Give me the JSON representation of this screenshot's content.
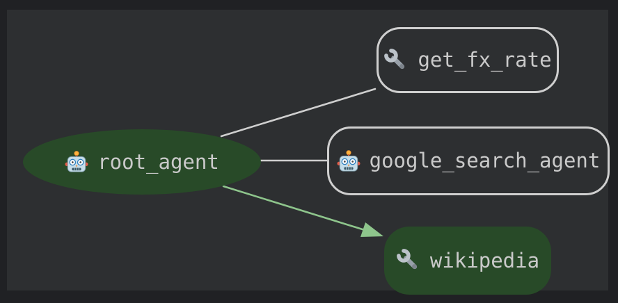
{
  "window": {
    "background_outer": "#202124",
    "panel_background": "#2d2f31"
  },
  "graph": {
    "nodes": [
      {
        "id": "root_agent",
        "label": "root_agent",
        "icon": "robot-icon",
        "shape": "ellipse",
        "fill": "#284a28",
        "text_color": "#cacaca"
      },
      {
        "id": "get_fx_rate",
        "label": "get_fx_rate",
        "icon": "wrench-icon",
        "shape": "rounded-rect",
        "fill": "transparent",
        "border_color": "#cfcfcf",
        "text_color": "#cacaca"
      },
      {
        "id": "google_search_agent",
        "label": "google_search_agent",
        "icon": "robot-icon",
        "shape": "rounded-rect",
        "fill": "transparent",
        "border_color": "#cfcfcf",
        "text_color": "#cacaca"
      },
      {
        "id": "wikipedia",
        "label": "wikipedia",
        "icon": "wrench-icon",
        "shape": "rounded-rect",
        "fill": "#284a28",
        "text_color": "#cacaca"
      }
    ],
    "edges": [
      {
        "from": "root_agent",
        "to": "get_fx_rate",
        "color": "#cfcfcf",
        "arrow": false
      },
      {
        "from": "root_agent",
        "to": "google_search_agent",
        "color": "#cfcfcf",
        "arrow": false
      },
      {
        "from": "root_agent",
        "to": "wikipedia",
        "color": "#8ec58c",
        "arrow": true
      }
    ]
  }
}
